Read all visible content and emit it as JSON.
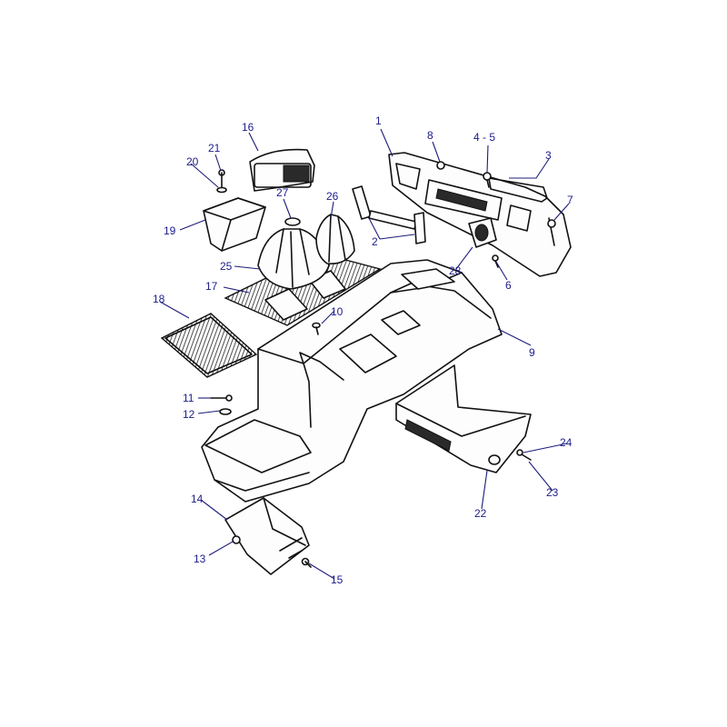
{
  "callouts": [
    {
      "id": "c1",
      "text": "1"
    },
    {
      "id": "c2",
      "text": "2"
    },
    {
      "id": "c3",
      "text": "3"
    },
    {
      "id": "c45",
      "text": "4 - 5"
    },
    {
      "id": "c6",
      "text": "6"
    },
    {
      "id": "c7",
      "text": "7"
    },
    {
      "id": "c8",
      "text": "8"
    },
    {
      "id": "c9",
      "text": "9"
    },
    {
      "id": "c10",
      "text": "10"
    },
    {
      "id": "c11",
      "text": "11"
    },
    {
      "id": "c12",
      "text": "12"
    },
    {
      "id": "c13",
      "text": "13"
    },
    {
      "id": "c14",
      "text": "14"
    },
    {
      "id": "c15",
      "text": "15"
    },
    {
      "id": "c16",
      "text": "16"
    },
    {
      "id": "c17",
      "text": "17"
    },
    {
      "id": "c18",
      "text": "18"
    },
    {
      "id": "c19",
      "text": "19"
    },
    {
      "id": "c20",
      "text": "20"
    },
    {
      "id": "c21",
      "text": "21"
    },
    {
      "id": "c22",
      "text": "22"
    },
    {
      "id": "c23",
      "text": "23"
    },
    {
      "id": "c24",
      "text": "24"
    },
    {
      "id": "c25",
      "text": "25"
    },
    {
      "id": "c26",
      "text": "26"
    },
    {
      "id": "c27",
      "text": "27"
    },
    {
      "id": "c28",
      "text": "28"
    }
  ],
  "colors": {
    "callout": "#1c1c8a",
    "line": "#111111",
    "background": "#ffffff"
  }
}
